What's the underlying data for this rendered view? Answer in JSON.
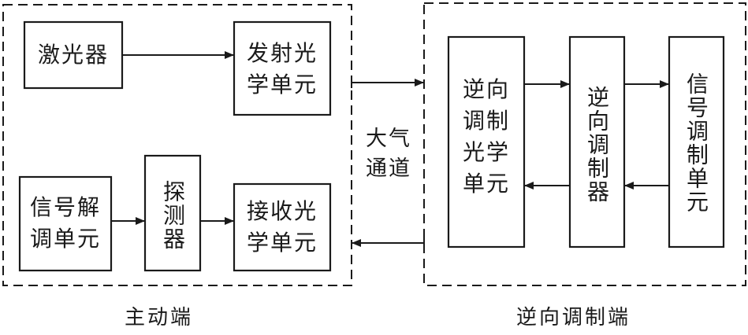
{
  "regions": {
    "active_end": {
      "label": "主动端"
    },
    "channel": {
      "label_line1": "大气",
      "label_line2": "通道"
    },
    "modulating_end": {
      "label": "逆向调制端"
    }
  },
  "blocks": {
    "laser": {
      "label": "激光器"
    },
    "tx_optics": {
      "line1": "发射光",
      "line2": "学单元"
    },
    "demod": {
      "line1": "信号解",
      "line2": "调单元"
    },
    "detector": {
      "label": "探测器"
    },
    "rx_optics": {
      "line1": "接收光",
      "line2": "学单元"
    },
    "retro_optics": {
      "line1": "逆向",
      "line2": "调制",
      "line3": "光学",
      "line4": "单元"
    },
    "retro_modulator": {
      "label": "逆向调制器"
    },
    "signal_mod": {
      "label": "信号调制单元"
    }
  },
  "connections": [
    {
      "from": "激光器",
      "to": "发射光学单元"
    },
    {
      "from": "发射光学单元",
      "to": "逆向调制光学单元",
      "via": "大气通道"
    },
    {
      "from": "逆向调制光学单元",
      "to": "逆向调制器"
    },
    {
      "from": "逆向调制器",
      "to": "信号调制单元"
    },
    {
      "from": "信号调制单元",
      "to": "逆向调制器"
    },
    {
      "from": "逆向调制器",
      "to": "逆向调制光学单元"
    },
    {
      "from": "逆向调制光学单元",
      "to": "接收光学单元",
      "via": "大气通道"
    },
    {
      "from": "接收光学单元",
      "to": "探测器"
    },
    {
      "from": "探测器",
      "to": "信号解调单元"
    }
  ]
}
